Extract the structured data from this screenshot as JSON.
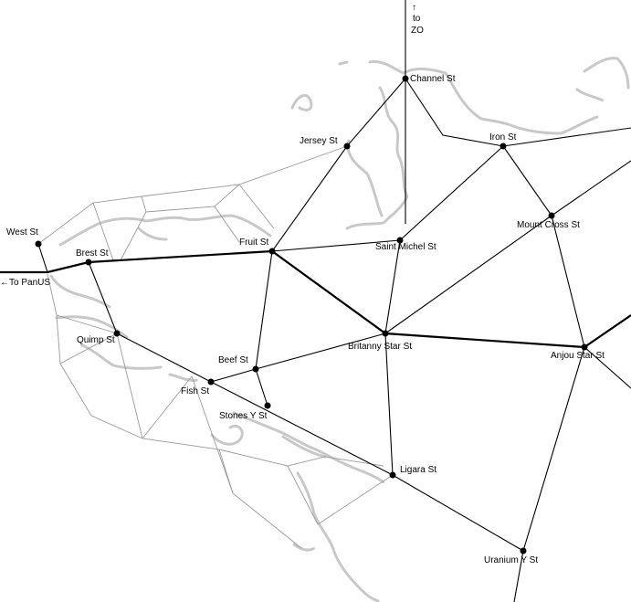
{
  "stations": [
    {
      "id": "channel",
      "label": "Channel St"
    },
    {
      "id": "jersey",
      "label": "Jersey St"
    },
    {
      "id": "iron",
      "label": "Iron St"
    },
    {
      "id": "west",
      "label": "West St"
    },
    {
      "id": "brest",
      "label": "Brest St"
    },
    {
      "id": "fruit",
      "label": "Fruit St"
    },
    {
      "id": "saint_michel",
      "label": "Saint Michel St"
    },
    {
      "id": "mount_cross",
      "label": "Mount Cross St"
    },
    {
      "id": "quimp",
      "label": "Quimp St"
    },
    {
      "id": "britanny_star",
      "label": "Britanny Star St"
    },
    {
      "id": "anjou_star",
      "label": "Anjou Star St"
    },
    {
      "id": "beef",
      "label": "Beef St"
    },
    {
      "id": "fish",
      "label": "Fish St"
    },
    {
      "id": "stones_y",
      "label": "Stones Y St"
    },
    {
      "id": "ligara",
      "label": "Ligara St"
    },
    {
      "id": "uranium_y",
      "label": "Uranium Y St"
    }
  ],
  "exits": {
    "north_arrow": "↑",
    "north_to": "to",
    "north_dest": "ZO",
    "west": "←To PanUS"
  },
  "colors": {
    "background": "#ffffff",
    "route": "#000000",
    "cell_border": "#9a9a9a",
    "coastline": "#c8c8c8"
  }
}
